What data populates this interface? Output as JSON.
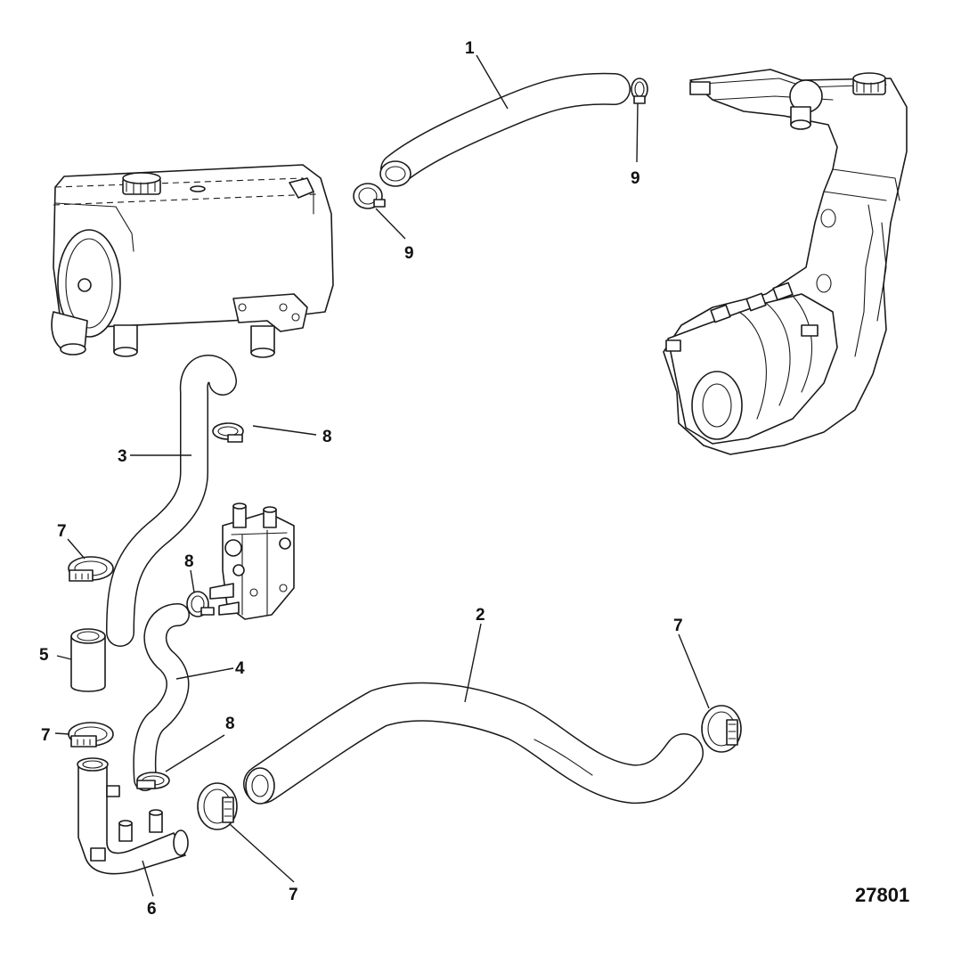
{
  "figure_number": "27801",
  "callouts": [
    {
      "id": "c1",
      "label": "1"
    },
    {
      "id": "c2",
      "label": "2"
    },
    {
      "id": "c3",
      "label": "3"
    },
    {
      "id": "c4",
      "label": "4"
    },
    {
      "id": "c5",
      "label": "5"
    },
    {
      "id": "c6",
      "label": "6"
    },
    {
      "id": "c7a",
      "label": "7"
    },
    {
      "id": "c7b",
      "label": "7"
    },
    {
      "id": "c7c",
      "label": "7"
    },
    {
      "id": "c7d",
      "label": "7"
    },
    {
      "id": "c8a",
      "label": "8"
    },
    {
      "id": "c8b",
      "label": "8"
    },
    {
      "id": "c8c",
      "label": "8"
    },
    {
      "id": "c9a",
      "label": "9"
    },
    {
      "id": "c9b",
      "label": "9"
    }
  ],
  "colors": {
    "line": "#1a1a1a",
    "background": "#ffffff"
  }
}
